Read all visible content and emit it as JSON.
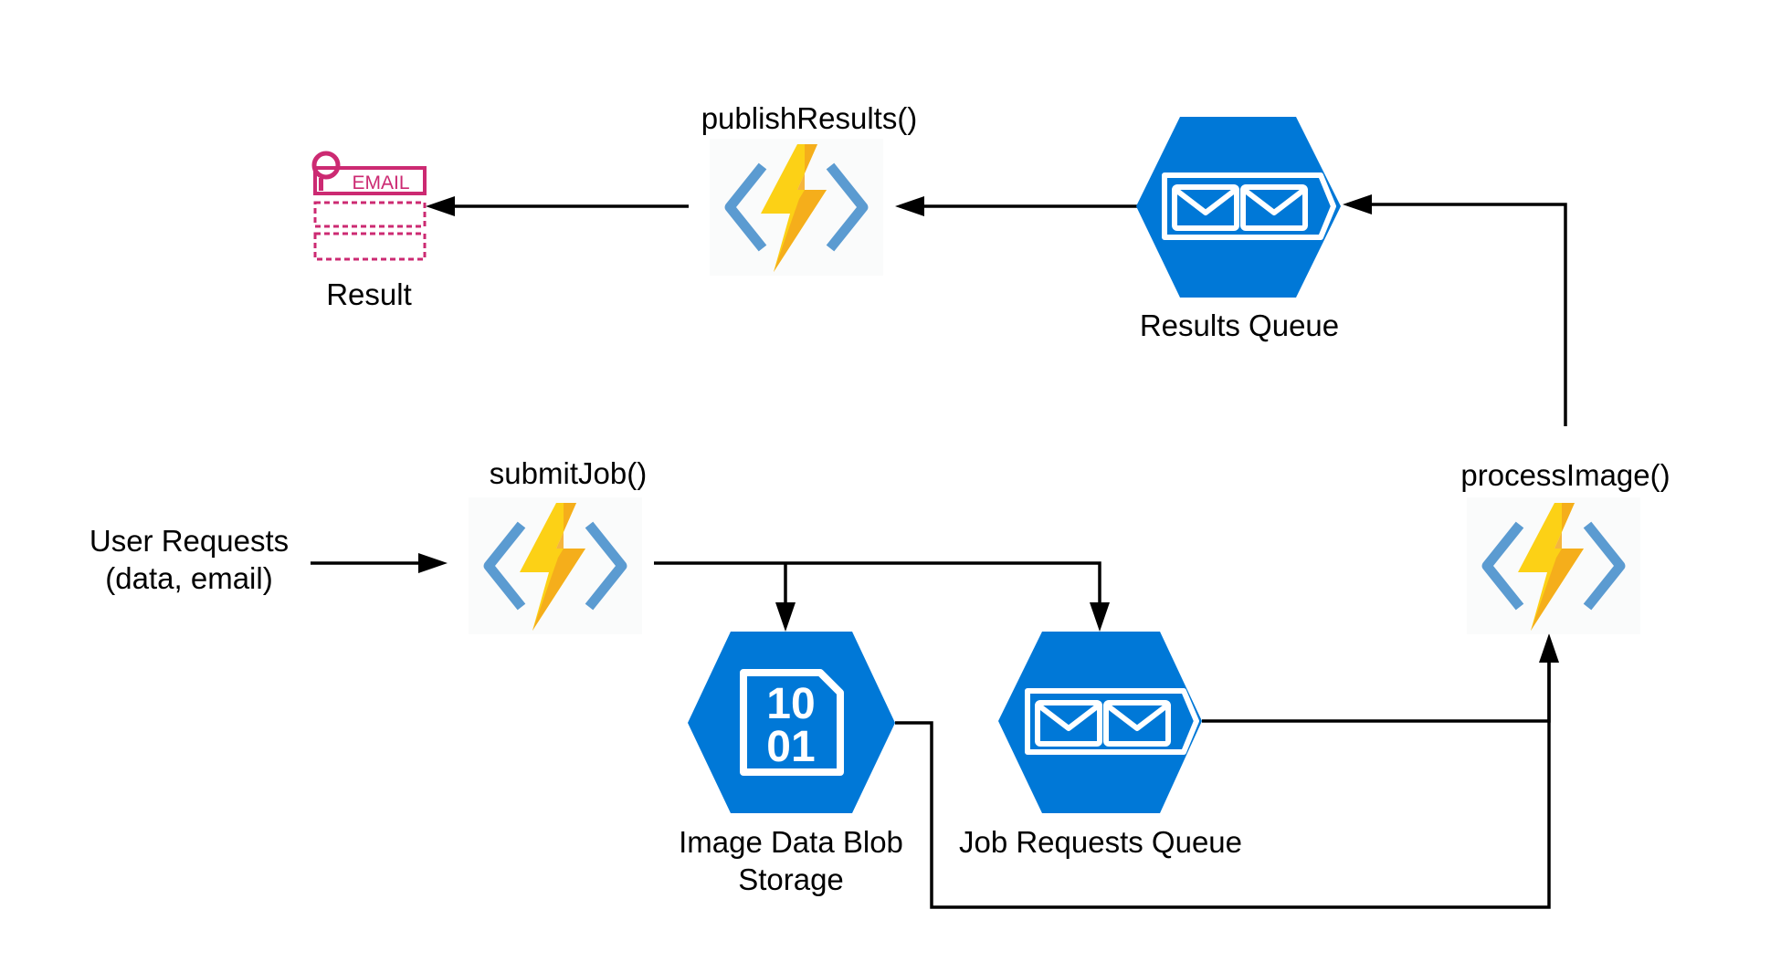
{
  "nodes": {
    "user_requests": {
      "line1": "User Requests",
      "line2": "(data, email)"
    },
    "submit_job": {
      "label": "submitJob()",
      "icon": "azure-function-icon"
    },
    "blob_storage": {
      "line1": "Image Data Blob",
      "line2": "Storage",
      "icon": "blob-storage-icon"
    },
    "job_queue": {
      "label": "Job Requests Queue",
      "icon": "queue-icon"
    },
    "process_image": {
      "label": "processImage()",
      "icon": "azure-function-icon"
    },
    "results_queue": {
      "label": "Results Queue",
      "icon": "queue-icon"
    },
    "publish_results": {
      "label": "publishResults()",
      "icon": "azure-function-icon"
    },
    "result": {
      "label": "Result",
      "icon": "email-icon",
      "badge": "EMAIL"
    }
  },
  "blob_glyph": {
    "row1": "10",
    "row2": "01"
  },
  "colors": {
    "azure_blue": "#0078d7",
    "function_bracket": "#5b9bd1",
    "bolt_yellow": "#fcd116",
    "bolt_orange": "#f3a81c",
    "email_pink": "#cc2a72",
    "edge": "#000000"
  }
}
